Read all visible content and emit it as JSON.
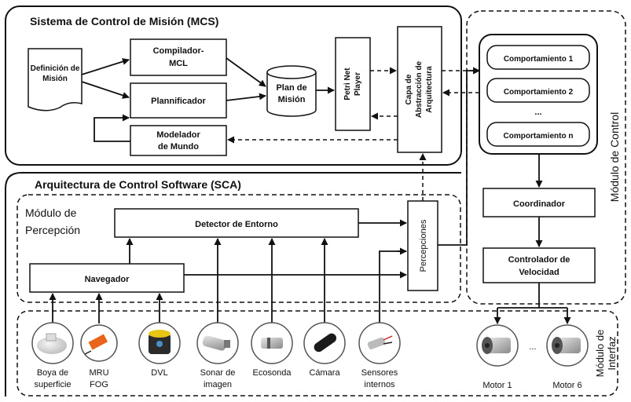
{
  "mcs": {
    "title": "Sistema de Control de Misión (MCS)",
    "definicion": [
      "Definición de",
      "Misión"
    ],
    "compilador": [
      "Compilador-",
      "MCL"
    ],
    "planificador": "Plannificador",
    "modelador": [
      "Modelador",
      "de Mundo"
    ],
    "plan": [
      "Plan de",
      "Misión"
    ],
    "petri": [
      "Petri Net",
      "Player"
    ],
    "capa": [
      "Capa de",
      "Abstracción de",
      "Arquitectura"
    ]
  },
  "control": {
    "title": "Módulo de Control",
    "comp1": "Comportamiento 1",
    "comp2": "Comportamiento 2",
    "ellipsis": "...",
    "compn": "Comportamiento n",
    "coordinador": "Coordinador",
    "controlador": [
      "Controlador de",
      "Velocidad"
    ]
  },
  "sca": {
    "title": "Arquitectura de Control Software  (SCA)",
    "percepcion_title": [
      "Módulo de",
      "Percepción"
    ],
    "detector": "Detector de Entorno",
    "navegador": "Navegador",
    "percepciones": "Percepciones"
  },
  "interfaz": {
    "title": [
      "Módulo de",
      "Interfaz"
    ],
    "sensors": [
      {
        "label": [
          "Boya  de",
          "superficie"
        ]
      },
      {
        "label": [
          "MRU",
          "FOG"
        ]
      },
      {
        "label": [
          "DVL"
        ]
      },
      {
        "label": [
          "Sonar de",
          "imagen"
        ]
      },
      {
        "label": [
          "Ecosonda"
        ]
      },
      {
        "label": [
          "Cámara"
        ]
      },
      {
        "label": [
          "Sensores",
          "internos"
        ]
      }
    ],
    "motor1": "Motor 1",
    "motor_ellipsis": "...",
    "motor6": "Motor 6"
  }
}
